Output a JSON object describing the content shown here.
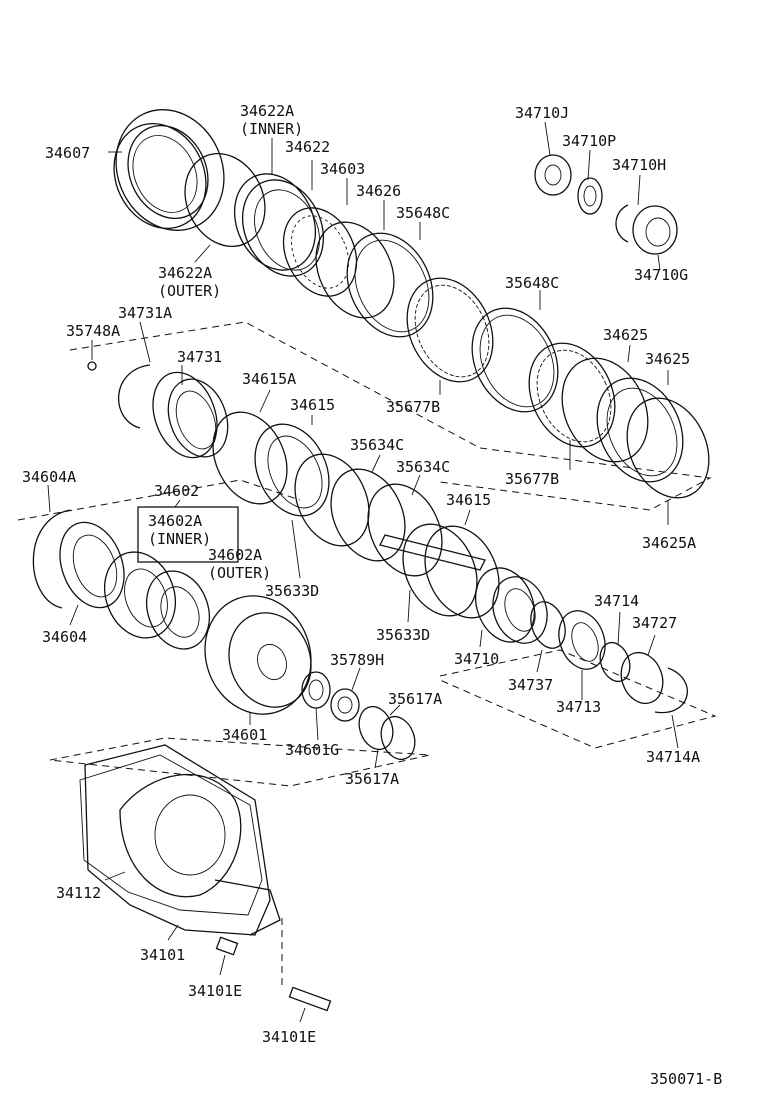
{
  "diagram_id": "350071-B",
  "labels": {
    "p34607": "34607",
    "p34622A_inner": "34622A",
    "p34622A_inner_note": "(INNER)",
    "p34622": "34622",
    "p34603": "34603",
    "p34626": "34626",
    "p35648C_a": "35648C",
    "p34622A_outer": "34622A",
    "p34622A_outer_note": "(OUTER)",
    "p34710J": "34710J",
    "p34710P": "34710P",
    "p34710H": "34710H",
    "p34710G": "34710G",
    "p35648C_b": "35648C",
    "p34625_a": "34625",
    "p34625_b": "34625",
    "p34731A": "34731A",
    "p35748A": "35748A",
    "p34731": "34731",
    "p34615A": "34615A",
    "p34615_a": "34615",
    "p35677B_a": "35677B",
    "p35677B_b": "35677B",
    "p35634C_a": "35634C",
    "p35634C_b": "35634C",
    "p34604A": "34604A",
    "p34602": "34602",
    "p34615_b": "34615",
    "p34625A": "34625A",
    "p34602A_inner": "34602A",
    "p34602A_inner_note": "(INNER)",
    "p34602A_outer": "34602A",
    "p34602A_outer_note": "(OUTER)",
    "p35633D_a": "35633D",
    "p34714": "34714",
    "p34604": "34604",
    "p35633D_b": "35633D",
    "p34727": "34727",
    "p34710": "34710",
    "p35789H": "35789H",
    "p34737": "34737",
    "p34713": "34713",
    "p35617A_a": "35617A",
    "p34601": "34601",
    "p34601G": "34601G",
    "p34714A": "34714A",
    "p35617A_b": "35617A",
    "p34112": "34112",
    "p34101": "34101",
    "p34101E_a": "34101E",
    "p34101E_b": "34101E"
  }
}
